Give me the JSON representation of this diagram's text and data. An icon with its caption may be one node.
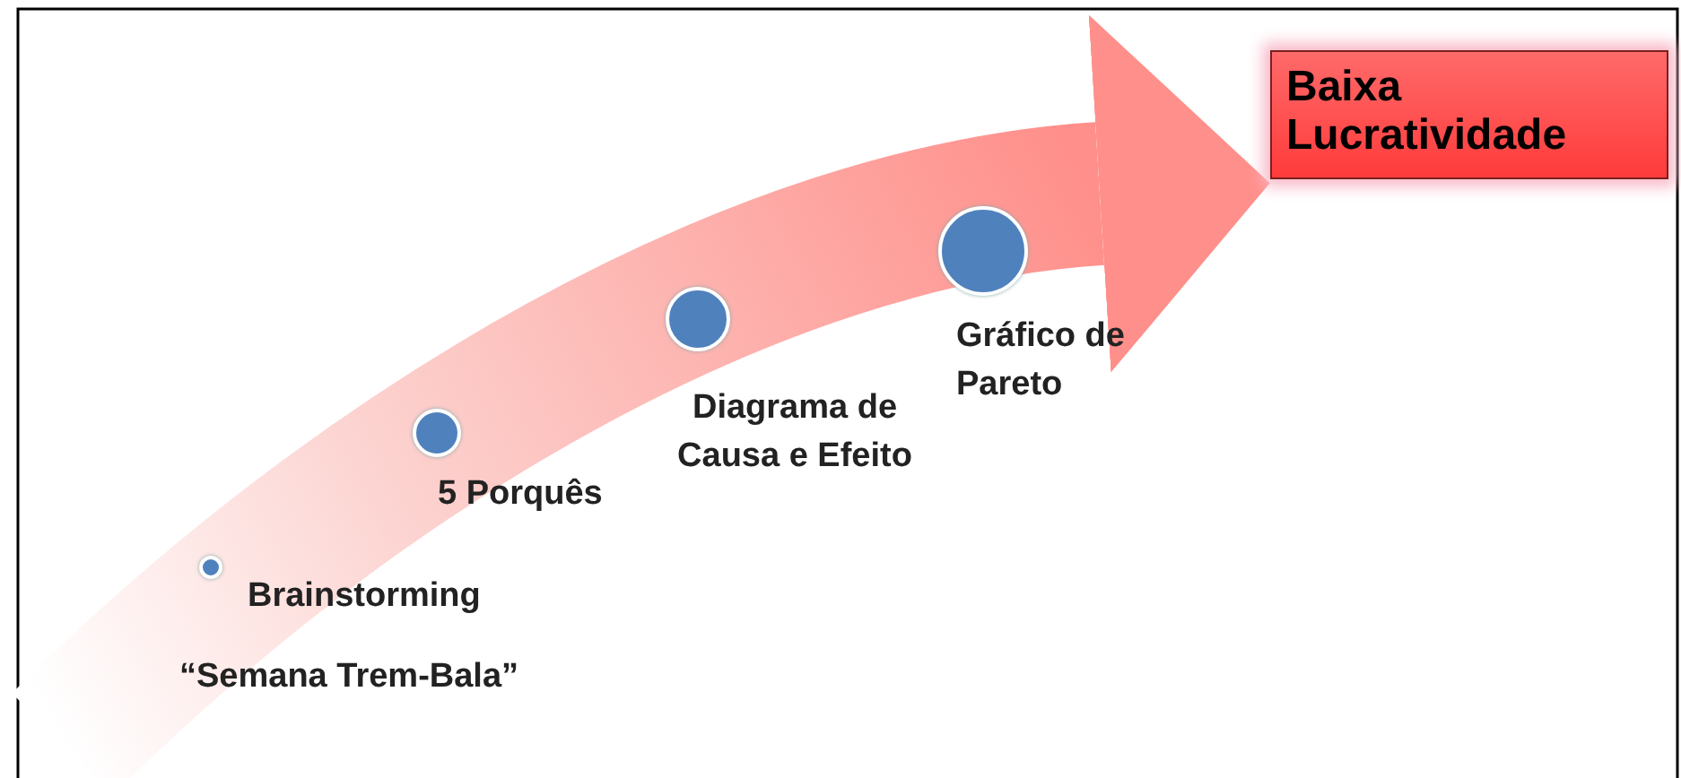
{
  "diagram": {
    "nodes": [
      {
        "text": [],
        "shape": "circle",
        "beside": [
          "Brainstorming",
          "“Semana Trem-Bala”"
        ]
      },
      {
        "text": [],
        "shape": "circle",
        "beside": [
          "5 Porquês"
        ]
      },
      {
        "text": [],
        "shape": "circle",
        "beside": [
          "Diagrama de Causa e Efeito"
        ]
      },
      {
        "text": [],
        "shape": "circle",
        "beside": [
          "Gráfico de Pareto"
        ]
      },
      {
        "text": [
          "Baixa Lucratividade"
        ]
      }
    ],
    "edges": [
      {
        "from": null,
        "to": 4,
        "arrow": "to"
      }
    ]
  }
}
